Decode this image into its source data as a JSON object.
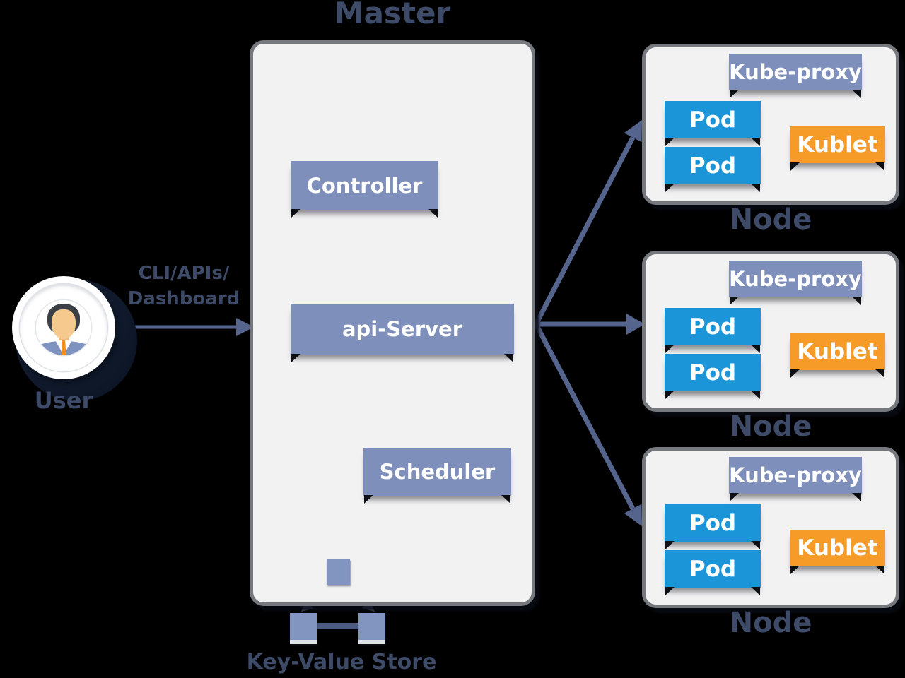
{
  "title": "Master",
  "user": {
    "label": "User",
    "connection_label": [
      "CLI/APIs/",
      "Dashboard"
    ]
  },
  "master": {
    "controller": "Controller",
    "api_server": "api-Server",
    "scheduler": "Scheduler",
    "key_value_store": "Key-Value Store"
  },
  "nodes": [
    {
      "label": "Node",
      "kube_proxy": "Kube-proxy",
      "pod1": "Pod",
      "pod2": "Pod",
      "kublet": "Kublet"
    },
    {
      "label": "Node",
      "kube_proxy": "Kube-proxy",
      "pod1": "Pod",
      "pod2": "Pod",
      "kublet": "Kublet"
    },
    {
      "label": "Node",
      "kube_proxy": "Kube-proxy",
      "pod1": "Pod",
      "pod2": "Pod",
      "kublet": "Kublet"
    }
  ],
  "colors": {
    "background": "#000000",
    "panel-fill": "#f2f2f3",
    "panel-border": "#75797e",
    "slate": "#7d8fba",
    "pod-blue": "#1b94d8",
    "kublet-orange": "#f69b27",
    "arrow": "#54648c",
    "label-text": "#3d4a68",
    "kv-square": "#8295c1",
    "kv-connector": "#4c5c80"
  }
}
